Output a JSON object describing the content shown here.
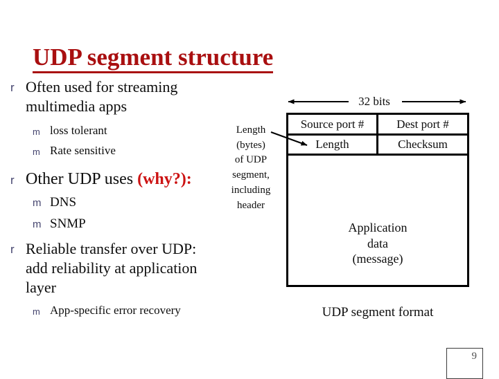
{
  "slide": {
    "title": "UDP segment structure",
    "page_number": "9"
  },
  "colors": {
    "title_red": "#a90f10",
    "emphasis_red": "#cc1212",
    "marker_blue": "#45456f",
    "diagram_border": "#000000"
  },
  "bullets": {
    "b1": {
      "marker": "r",
      "lines": [
        "Often used for streaming",
        "multimedia apps"
      ]
    },
    "b1_subs": [
      {
        "marker": "m",
        "text": "loss tolerant"
      },
      {
        "marker": "m",
        "text": "Rate sensitive"
      }
    ],
    "b2": {
      "marker": "r",
      "text": "Other UDP uses ",
      "emphasis": "(why?):"
    },
    "b2_subs": [
      {
        "marker": "m",
        "text": "DNS"
      },
      {
        "marker": "m",
        "text": "SNMP"
      }
    ],
    "b3": {
      "marker": "r",
      "lines": [
        "Reliable transfer over UDP:",
        "add reliability at application",
        "layer"
      ]
    },
    "b3_subs": [
      {
        "marker": "m",
        "text": "App-specific error recovery"
      }
    ]
  },
  "diagram": {
    "width_label": "32 bits",
    "cells": [
      [
        "Source port #",
        "Dest port #"
      ],
      [
        "Length",
        "Checksum"
      ]
    ],
    "body_lines": [
      "Application",
      "data",
      "(message)"
    ],
    "length_note_lines": [
      "Length",
      "(bytes)",
      "of UDP",
      "segment,",
      "including",
      "header"
    ],
    "caption": "UDP segment format"
  }
}
